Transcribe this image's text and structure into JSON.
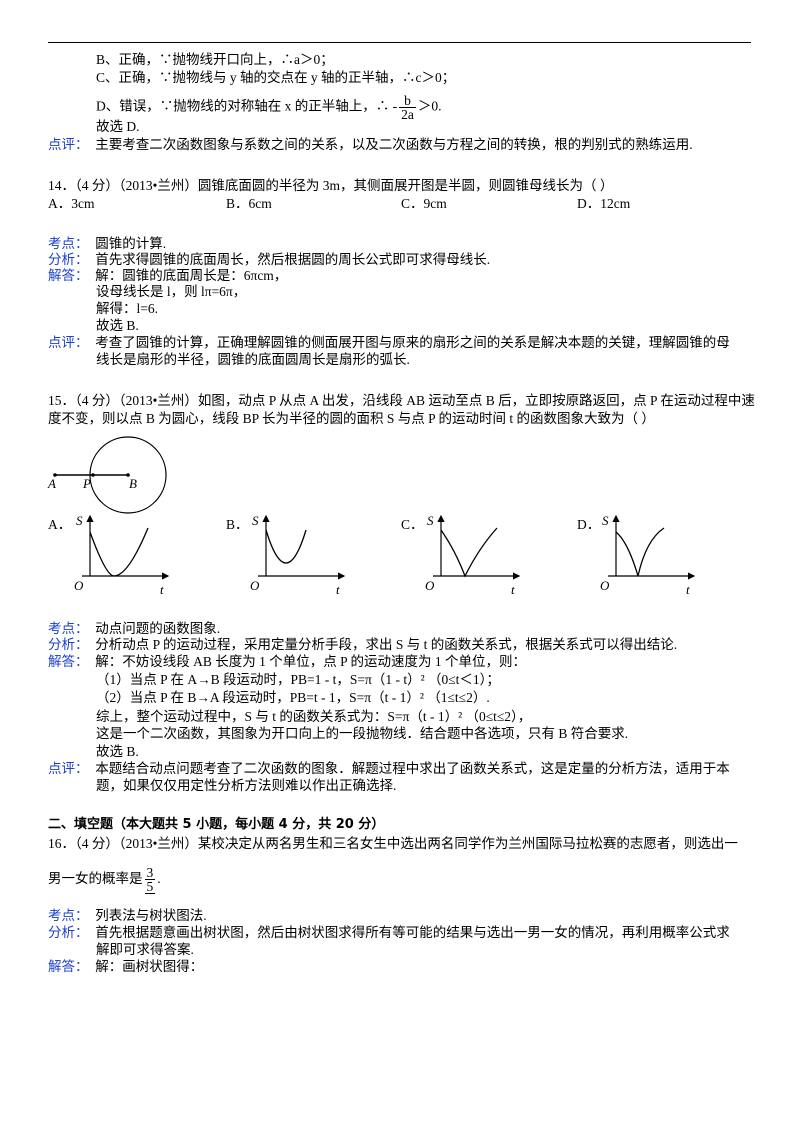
{
  "q13": {
    "optB": "B、正确，∵抛物线开口向上，∴a＞0；",
    "optC": "C、正确，∵抛物线与 y 轴的交点在 y 轴的正半轴，∴c＞0；",
    "optD_pre": "D、错误，∵抛物线的对称轴在 x 的正半轴上，∴ -",
    "optD_num": "b",
    "optD_den": "2a",
    "optD_post": "＞0.",
    "answer": "故选 D.",
    "comment_label": "点评：",
    "comment": "主要考查二次函数图象与系数之间的关系，以及二次函数与方程之间的转换，根的判别式的熟练运用."
  },
  "q14": {
    "stem": "14．（4 分）（2013•兰州）圆锥底面圆的半径为 3m，其侧面展开图是半圆，则圆锥母线长为（        ）",
    "options": [
      "A．3cm",
      "B．6cm",
      "C．9cm",
      "D．12cm"
    ],
    "point_label": "考点：",
    "point": "圆锥的计算.",
    "analysis_label": "分析：",
    "analysis": "首先求得圆锥的底面周长，然后根据圆的周长公式即可求得母线长.",
    "solution_label": "解答：",
    "solution": [
      "解：圆锥的底面周长是：6πcm，",
      "设母线长是 l，则 lπ=6π，",
      "解得：l=6.",
      "故选 B."
    ],
    "comment_label": "点评：",
    "comment": [
      "考查了圆锥的计算，正确理解圆锥的侧面展开图与原来的扇形之间的关系是解决本题的关键，理解圆锥的母",
      "线长是扇形的半径，圆锥的底面圆周长是扇形的弧长."
    ]
  },
  "q15": {
    "stem": [
      "15．（4 分）（2013•兰州）如图，动点 P 从点 A 出发，沿线段 AB 运动至点 B 后，立即按原路返回，点 P 在运动过程中速",
      "度不变，则以点 B 为圆心，线段 BP 长为半径的圆的面积 S 与点 P 的运动时间 t 的函数图象大致为（        ）"
    ],
    "figure_labels": {
      "a": "A",
      "p": "P",
      "b": "B"
    },
    "options": [
      "A．",
      "B．",
      "C．",
      "D．"
    ],
    "graph_labels": {
      "s": "S",
      "o": "O",
      "t": "t"
    },
    "point_label": "考点：",
    "point": "动点问题的函数图象.",
    "analysis_label": "分析：",
    "analysis": "分析动点 P 的运动过程，采用定量分析手段，求出 S 与 t 的函数关系式，根据关系式可以得出结论.",
    "solution_label": "解答：",
    "solution": [
      "解：不妨设线段 AB 长度为 1 个单位，点 P 的运动速度为 1 个单位，则：",
      "（1）当点 P 在 A→B 段运动时，PB=1 - t，S=π（1 - t）² （0≤t＜1）；",
      "（2）当点 P 在 B→A 段运动时，PB=t - 1，S=π（t - 1）² （1≤t≤2）.",
      "综上，整个运动过程中，S 与 t 的函数关系式为：S=π（t - 1）² （0≤t≤2），",
      "这是一个二次函数，其图象为开口向上的一段抛物线．结合题中各选项，只有 B 符合要求.",
      "故选 B."
    ],
    "comment_label": "点评：",
    "comment": [
      "本题结合动点问题考查了二次函数的图象．解题过程中求出了函数关系式，这是定量的分析方法，适用于本",
      "题，如果仅仅用定性分析方法则难以作出正确选择."
    ]
  },
  "section2": "二、填空题（本大题共 5 小题，每小题 4 分，共 20 分）",
  "q16": {
    "stem": "16．（4 分）（2013•兰州）某校决定从两名男生和三名女生中选出两名同学作为兰州国际马拉松赛的志愿者，则选出一",
    "stem2_pre": "男一女的概率是",
    "ans_num": "3",
    "ans_den": "5",
    "stem2_post": ".",
    "point_label": "考点：",
    "point": "列表法与树状图法.",
    "analysis_label": "分析：",
    "analysis": [
      "首先根据题意画出树状图，然后由树状图求得所有等可能的结果与选出一男一女的情况，再利用概率公式求",
      "解即可求得答案."
    ],
    "solution_label": "解答：",
    "solution": "解：画树状图得："
  }
}
